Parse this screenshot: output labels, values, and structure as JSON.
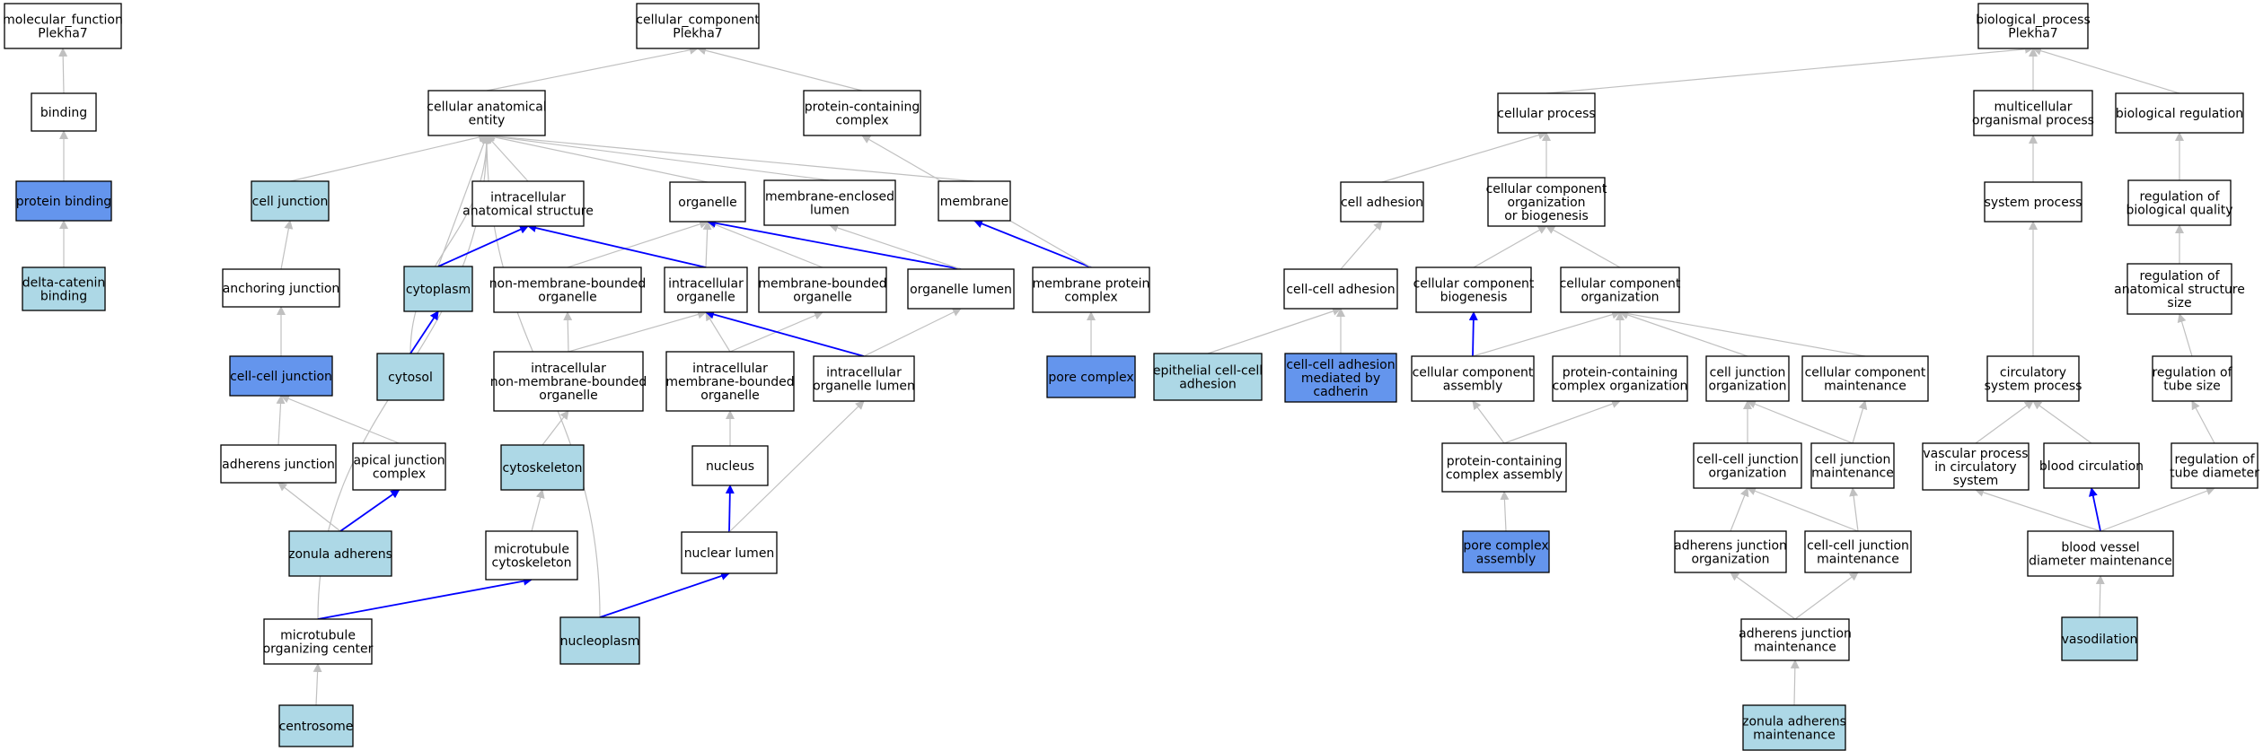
{
  "colors": {
    "white": "#ffffff",
    "light": "#add8e6",
    "blue": "#6495ed",
    "edge_gray": "#c0c0c0",
    "edge_blue": "#0000ff",
    "border": "#000000"
  },
  "nodes": {
    "mf_root": {
      "lines": [
        "molecular_function",
        "Plekha7"
      ],
      "fill": "white"
    },
    "binding": {
      "lines": [
        "binding"
      ],
      "fill": "white"
    },
    "protein_binding": {
      "lines": [
        "protein binding"
      ],
      "fill": "blue"
    },
    "delta_catenin": {
      "lines": [
        "delta-catenin",
        "binding"
      ],
      "fill": "light"
    },
    "cc_root": {
      "lines": [
        "cellular_component",
        "Plekha7"
      ],
      "fill": "white"
    },
    "cae": {
      "lines": [
        "cellular anatomical",
        "entity"
      ],
      "fill": "white"
    },
    "pcc": {
      "lines": [
        "protein-containing",
        "complex"
      ],
      "fill": "white"
    },
    "cell_junction": {
      "lines": [
        "cell junction"
      ],
      "fill": "light"
    },
    "anchoring_junction": {
      "lines": [
        "anchoring junction"
      ],
      "fill": "white"
    },
    "cell_cell_junction": {
      "lines": [
        "cell-cell junction"
      ],
      "fill": "blue"
    },
    "adherens_junction": {
      "lines": [
        "adherens junction"
      ],
      "fill": "white"
    },
    "apical_junction": {
      "lines": [
        "apical junction",
        "complex"
      ],
      "fill": "white"
    },
    "zonula_adherens": {
      "lines": [
        "zonula adherens"
      ],
      "fill": "light"
    },
    "cytoplasm": {
      "lines": [
        "cytoplasm"
      ],
      "fill": "light"
    },
    "cytosol": {
      "lines": [
        "cytosol"
      ],
      "fill": "light"
    },
    "ias": {
      "lines": [
        "intracellular",
        "anatomical structure"
      ],
      "fill": "white"
    },
    "organelle": {
      "lines": [
        "organelle"
      ],
      "fill": "white"
    },
    "mel": {
      "lines": [
        "membrane-enclosed",
        "lumen"
      ],
      "fill": "white"
    },
    "membrane": {
      "lines": [
        "membrane"
      ],
      "fill": "white"
    },
    "nmbo": {
      "lines": [
        "non-membrane-bounded",
        "organelle"
      ],
      "fill": "white"
    },
    "io": {
      "lines": [
        "intracellular",
        "organelle"
      ],
      "fill": "white"
    },
    "mbo": {
      "lines": [
        "membrane-bounded",
        "organelle"
      ],
      "fill": "white"
    },
    "organelle_lumen": {
      "lines": [
        "organelle lumen"
      ],
      "fill": "white"
    },
    "mpc": {
      "lines": [
        "membrane protein",
        "complex"
      ],
      "fill": "white"
    },
    "pore_complex": {
      "lines": [
        "pore complex"
      ],
      "fill": "blue"
    },
    "inmbo": {
      "lines": [
        "intracellular",
        "non-membrane-bounded",
        "organelle"
      ],
      "fill": "white"
    },
    "imbo": {
      "lines": [
        "intracellular",
        "membrane-bounded",
        "organelle"
      ],
      "fill": "white"
    },
    "iol": {
      "lines": [
        "intracellular",
        "organelle lumen"
      ],
      "fill": "white"
    },
    "cytoskeleton": {
      "lines": [
        "cytoskeleton"
      ],
      "fill": "light"
    },
    "nucleus": {
      "lines": [
        "nucleus"
      ],
      "fill": "white"
    },
    "mt_cytoskeleton": {
      "lines": [
        "microtubule",
        "cytoskeleton"
      ],
      "fill": "white"
    },
    "nuclear_lumen": {
      "lines": [
        "nuclear lumen"
      ],
      "fill": "white"
    },
    "mtoc": {
      "lines": [
        "microtubule",
        "organizing center"
      ],
      "fill": "white"
    },
    "nucleoplasm": {
      "lines": [
        "nucleoplasm"
      ],
      "fill": "light"
    },
    "centrosome": {
      "lines": [
        "centrosome"
      ],
      "fill": "light"
    },
    "bp_root": {
      "lines": [
        "biological_process",
        "Plekha7"
      ],
      "fill": "white"
    },
    "cellular_process": {
      "lines": [
        "cellular process"
      ],
      "fill": "white"
    },
    "mop": {
      "lines": [
        "multicellular",
        "organismal process"
      ],
      "fill": "white"
    },
    "bio_reg": {
      "lines": [
        "biological regulation"
      ],
      "fill": "white"
    },
    "cell_adhesion": {
      "lines": [
        "cell adhesion"
      ],
      "fill": "white"
    },
    "ccob": {
      "lines": [
        "cellular component",
        "organization",
        "or biogenesis"
      ],
      "fill": "white"
    },
    "system_process": {
      "lines": [
        "system process"
      ],
      "fill": "white"
    },
    "rbq": {
      "lines": [
        "regulation of",
        "biological quality"
      ],
      "fill": "white"
    },
    "cca": {
      "lines": [
        "cell-cell adhesion"
      ],
      "fill": "white"
    },
    "ccb": {
      "lines": [
        "cellular component",
        "biogenesis"
      ],
      "fill": "white"
    },
    "cco": {
      "lines": [
        "cellular component",
        "organization"
      ],
      "fill": "white"
    },
    "rass": {
      "lines": [
        "regulation of",
        "anatomical structure",
        "size"
      ],
      "fill": "white"
    },
    "epi_adhesion": {
      "lines": [
        "epithelial cell-cell",
        "adhesion"
      ],
      "fill": "light"
    },
    "cca_cadherin": {
      "lines": [
        "cell-cell adhesion",
        "mediated by",
        "cadherin"
      ],
      "fill": "blue"
    },
    "cc_assembly": {
      "lines": [
        "cellular component",
        "assembly"
      ],
      "fill": "white"
    },
    "pcco": {
      "lines": [
        "protein-containing",
        "complex organization"
      ],
      "fill": "white"
    },
    "cj_org": {
      "lines": [
        "cell junction",
        "organization"
      ],
      "fill": "white"
    },
    "cc_maint": {
      "lines": [
        "cellular component",
        "maintenance"
      ],
      "fill": "white"
    },
    "circ_sys": {
      "lines": [
        "circulatory",
        "system process"
      ],
      "fill": "white"
    },
    "rts": {
      "lines": [
        "regulation of",
        "tube size"
      ],
      "fill": "white"
    },
    "pcca": {
      "lines": [
        "protein-containing",
        "complex assembly"
      ],
      "fill": "white"
    },
    "ccj_org": {
      "lines": [
        "cell-cell junction",
        "organization"
      ],
      "fill": "white"
    },
    "cj_maint": {
      "lines": [
        "cell junction",
        "maintenance"
      ],
      "fill": "white"
    },
    "vasc_proc": {
      "lines": [
        "vascular process",
        "in circulatory",
        "system"
      ],
      "fill": "white"
    },
    "blood_circ": {
      "lines": [
        "blood circulation"
      ],
      "fill": "white"
    },
    "rtd": {
      "lines": [
        "regulation of",
        "tube diameter"
      ],
      "fill": "white"
    },
    "pore_assembly": {
      "lines": [
        "pore complex",
        "assembly"
      ],
      "fill": "blue"
    },
    "aj_org": {
      "lines": [
        "adherens junction",
        "organization"
      ],
      "fill": "white"
    },
    "ccj_maint": {
      "lines": [
        "cell-cell junction",
        "maintenance"
      ],
      "fill": "white"
    },
    "bvdm": {
      "lines": [
        "blood vessel",
        "diameter maintenance"
      ],
      "fill": "white"
    },
    "aj_maint": {
      "lines": [
        "adherens junction",
        "maintenance"
      ],
      "fill": "white"
    },
    "vasodilation": {
      "lines": [
        "vasodilation"
      ],
      "fill": "light"
    },
    "za_maint": {
      "lines": [
        "zonula adherens",
        "maintenance"
      ],
      "fill": "light"
    }
  },
  "edges": [
    {
      "from": "binding",
      "to": "mf_root",
      "color": "gray"
    },
    {
      "from": "protein_binding",
      "to": "binding",
      "color": "gray"
    },
    {
      "from": "delta_catenin",
      "to": "protein_binding",
      "color": "gray"
    },
    {
      "from": "cae",
      "to": "cc_root",
      "color": "gray"
    },
    {
      "from": "pcc",
      "to": "cc_root",
      "color": "gray"
    },
    {
      "from": "cell_junction",
      "to": "cae",
      "color": "gray"
    },
    {
      "from": "cytoplasm",
      "to": "cae",
      "color": "gray"
    },
    {
      "from": "cytosol",
      "to": "cae",
      "color": "gray"
    },
    {
      "from": "ias",
      "to": "cae",
      "color": "gray"
    },
    {
      "from": "organelle",
      "to": "cae",
      "color": "gray"
    },
    {
      "from": "mel",
      "to": "cae",
      "color": "gray"
    },
    {
      "from": "membrane",
      "to": "cae",
      "color": "gray"
    },
    {
      "from": "mtoc",
      "to": "cae",
      "color": "gray"
    },
    {
      "from": "nucleoplasm",
      "to": "cae",
      "color": "gray"
    },
    {
      "from": "anchoring_junction",
      "to": "cell_junction",
      "color": "gray"
    },
    {
      "from": "cell_cell_junction",
      "to": "anchoring_junction",
      "color": "gray"
    },
    {
      "from": "adherens_junction",
      "to": "cell_cell_junction",
      "color": "gray"
    },
    {
      "from": "apical_junction",
      "to": "cell_cell_junction",
      "color": "gray"
    },
    {
      "from": "zonula_adherens",
      "to": "adherens_junction",
      "color": "gray"
    },
    {
      "from": "zonula_adherens",
      "to": "apical_junction",
      "color": "blue"
    },
    {
      "from": "cytoplasm",
      "to": "ias",
      "color": "blue"
    },
    {
      "from": "cytosol",
      "to": "cytoplasm",
      "color": "blue"
    },
    {
      "from": "nmbo",
      "to": "organelle",
      "color": "gray"
    },
    {
      "from": "io",
      "to": "organelle",
      "color": "gray"
    },
    {
      "from": "mbo",
      "to": "organelle",
      "color": "gray"
    },
    {
      "from": "io",
      "to": "ias",
      "color": "blue"
    },
    {
      "from": "organelle_lumen",
      "to": "organelle",
      "color": "blue"
    },
    {
      "from": "organelle_lumen",
      "to": "mel",
      "color": "gray"
    },
    {
      "from": "mpc",
      "to": "membrane",
      "color": "blue"
    },
    {
      "from": "mpc",
      "to": "pcc",
      "color": "gray"
    },
    {
      "from": "pore_complex",
      "to": "mpc",
      "color": "gray"
    },
    {
      "from": "inmbo",
      "to": "nmbo",
      "color": "gray"
    },
    {
      "from": "inmbo",
      "to": "io",
      "color": "gray"
    },
    {
      "from": "imbo",
      "to": "io",
      "color": "gray"
    },
    {
      "from": "imbo",
      "to": "mbo",
      "color": "gray"
    },
    {
      "from": "iol",
      "to": "io",
      "color": "blue"
    },
    {
      "from": "iol",
      "to": "organelle_lumen",
      "color": "gray"
    },
    {
      "from": "cytoskeleton",
      "to": "inmbo",
      "color": "gray"
    },
    {
      "from": "nucleus",
      "to": "imbo",
      "color": "gray"
    },
    {
      "from": "mt_cytoskeleton",
      "to": "cytoskeleton",
      "color": "gray"
    },
    {
      "from": "nuclear_lumen",
      "to": "nucleus",
      "color": "blue"
    },
    {
      "from": "nuclear_lumen",
      "to": "iol",
      "color": "gray"
    },
    {
      "from": "mtoc",
      "to": "mt_cytoskeleton",
      "color": "blue"
    },
    {
      "from": "nucleoplasm",
      "to": "nuclear_lumen",
      "color": "blue"
    },
    {
      "from": "centrosome",
      "to": "mtoc",
      "color": "gray"
    },
    {
      "from": "cellular_process",
      "to": "bp_root",
      "color": "gray"
    },
    {
      "from": "mop",
      "to": "bp_root",
      "color": "gray"
    },
    {
      "from": "bio_reg",
      "to": "bp_root",
      "color": "gray"
    },
    {
      "from": "cell_adhesion",
      "to": "cellular_process",
      "color": "gray"
    },
    {
      "from": "ccob",
      "to": "cellular_process",
      "color": "gray"
    },
    {
      "from": "system_process",
      "to": "mop",
      "color": "gray"
    },
    {
      "from": "rbq",
      "to": "bio_reg",
      "color": "gray"
    },
    {
      "from": "cca",
      "to": "cell_adhesion",
      "color": "gray"
    },
    {
      "from": "ccb",
      "to": "ccob",
      "color": "gray"
    },
    {
      "from": "cco",
      "to": "ccob",
      "color": "gray"
    },
    {
      "from": "circ_sys",
      "to": "system_process",
      "color": "gray"
    },
    {
      "from": "rass",
      "to": "rbq",
      "color": "gray"
    },
    {
      "from": "epi_adhesion",
      "to": "cca",
      "color": "gray"
    },
    {
      "from": "cca_cadherin",
      "to": "cca",
      "color": "gray"
    },
    {
      "from": "cc_assembly",
      "to": "ccb",
      "color": "blue"
    },
    {
      "from": "cc_assembly",
      "to": "cco",
      "color": "gray"
    },
    {
      "from": "pcco",
      "to": "cco",
      "color": "gray"
    },
    {
      "from": "cj_org",
      "to": "cco",
      "color": "gray"
    },
    {
      "from": "cc_maint",
      "to": "cco",
      "color": "gray"
    },
    {
      "from": "rts",
      "to": "rass",
      "color": "gray"
    },
    {
      "from": "pcca",
      "to": "cc_assembly",
      "color": "gray"
    },
    {
      "from": "pcca",
      "to": "pcco",
      "color": "gray"
    },
    {
      "from": "ccj_org",
      "to": "cj_org",
      "color": "gray"
    },
    {
      "from": "cj_maint",
      "to": "cj_org",
      "color": "gray"
    },
    {
      "from": "cj_maint",
      "to": "cc_maint",
      "color": "gray"
    },
    {
      "from": "vasc_proc",
      "to": "circ_sys",
      "color": "gray"
    },
    {
      "from": "blood_circ",
      "to": "circ_sys",
      "color": "gray"
    },
    {
      "from": "rtd",
      "to": "rts",
      "color": "gray"
    },
    {
      "from": "pore_assembly",
      "to": "pcca",
      "color": "gray"
    },
    {
      "from": "aj_org",
      "to": "ccj_org",
      "color": "gray"
    },
    {
      "from": "ccj_maint",
      "to": "ccj_org",
      "color": "gray"
    },
    {
      "from": "ccj_maint",
      "to": "cj_maint",
      "color": "gray"
    },
    {
      "from": "bvdm",
      "to": "vasc_proc",
      "color": "gray"
    },
    {
      "from": "bvdm",
      "to": "blood_circ",
      "color": "blue"
    },
    {
      "from": "bvdm",
      "to": "rtd",
      "color": "gray"
    },
    {
      "from": "aj_maint",
      "to": "aj_org",
      "color": "gray"
    },
    {
      "from": "aj_maint",
      "to": "ccj_maint",
      "color": "gray"
    },
    {
      "from": "vasodilation",
      "to": "bvdm",
      "color": "gray"
    },
    {
      "from": "za_maint",
      "to": "aj_maint",
      "color": "gray"
    }
  ]
}
